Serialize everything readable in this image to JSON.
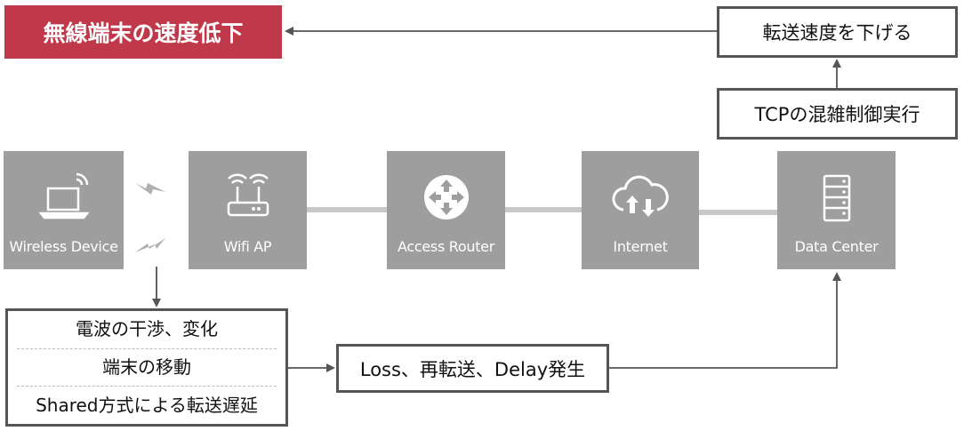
{
  "title": "無線端末の速度低下",
  "top_right": {
    "lower": "TCPの混雑制御実行",
    "upper": "転送速度を下げる"
  },
  "nodes": [
    {
      "id": "wireless",
      "label": "Wireless Device",
      "icon": "laptop-wifi-icon"
    },
    {
      "id": "wifi",
      "label": "Wifi AP",
      "icon": "wifi-router-icon"
    },
    {
      "id": "router",
      "label": "Access Router",
      "icon": "router-arrows-icon"
    },
    {
      "id": "internet",
      "label": "Internet",
      "icon": "cloud-updown-icon"
    },
    {
      "id": "dc",
      "label": "Data Center",
      "icon": "server-rack-icon"
    }
  ],
  "causes": [
    "電波の干渉、変化",
    "端末の移動",
    "Shared方式による転送遅延"
  ],
  "result": "Loss、再転送、Delay発生",
  "colors": {
    "title_bg": "#c0394b",
    "node_bg": "#9e9e9e",
    "connector": "#c8c8c8",
    "border": "#555555"
  }
}
